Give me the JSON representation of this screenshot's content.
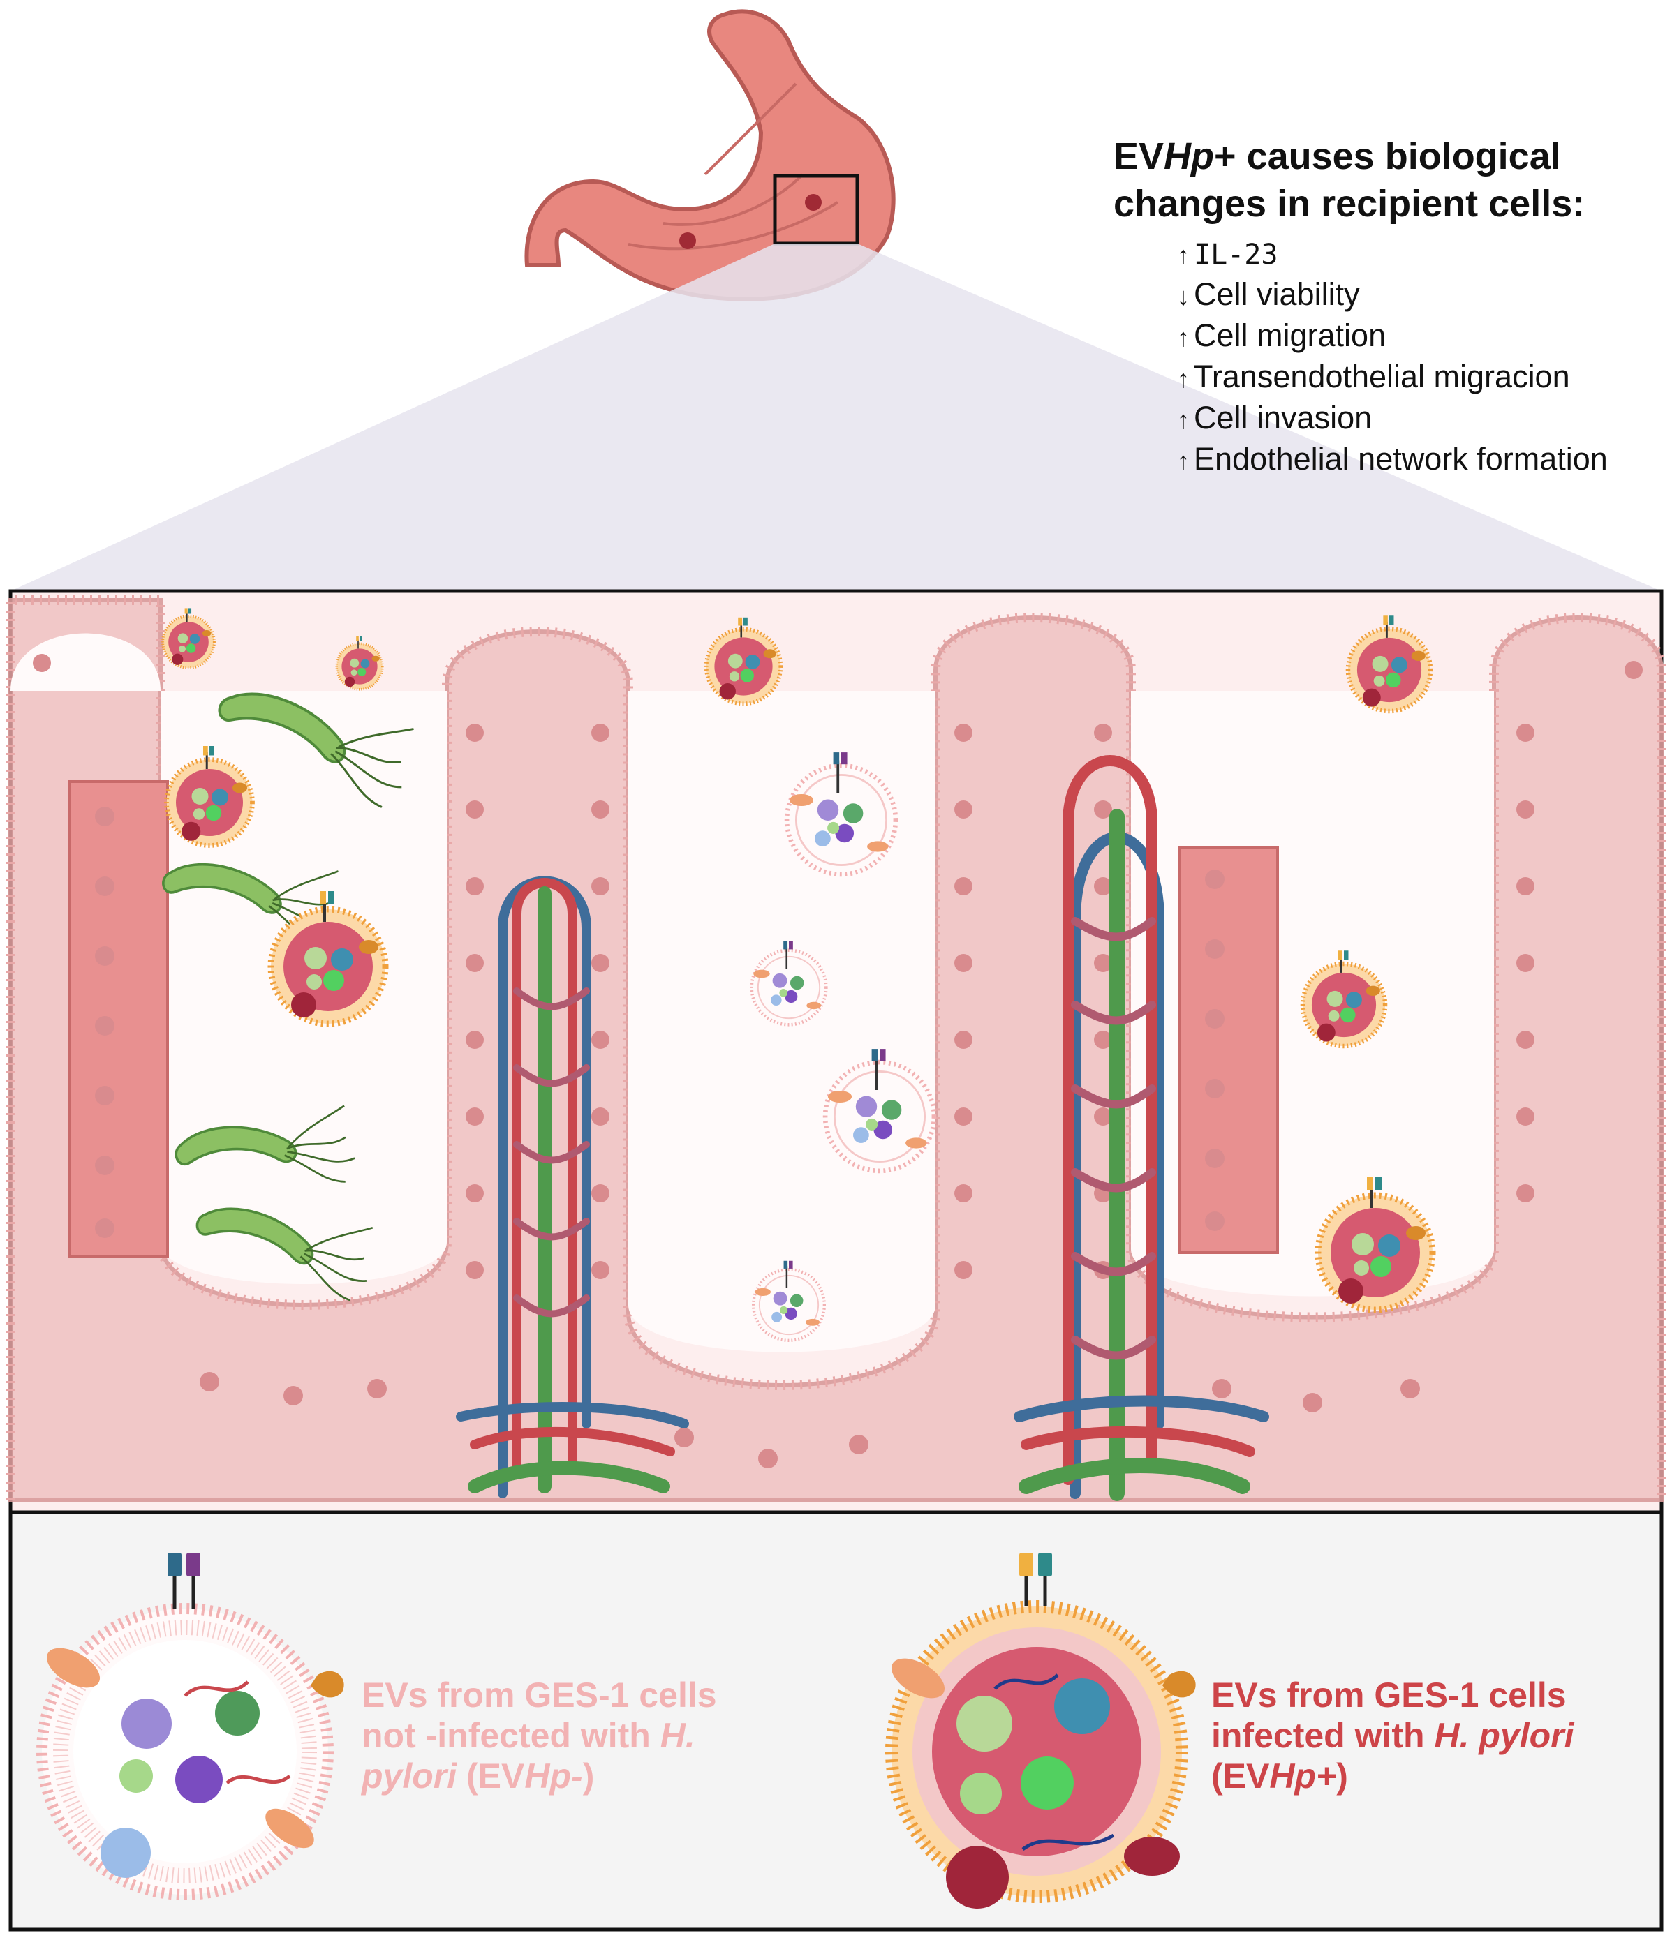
{
  "header": {
    "line1_prefix": "EV",
    "line1_italic": "Hp",
    "line1_suffix": "+ causes biological",
    "line2": "changes in recipient cells:"
  },
  "effects": [
    {
      "direction": "up",
      "label": "IL-23"
    },
    {
      "direction": "down",
      "label": "Cell viability"
    },
    {
      "direction": "up",
      "label": "Cell migration"
    },
    {
      "direction": "up",
      "label": "Transendothelial migracion"
    },
    {
      "direction": "up",
      "label": "Cell invasion"
    },
    {
      "direction": "up",
      "label": "Endothelial network formation"
    }
  ],
  "icons": {
    "up": "↑",
    "down": "↓"
  },
  "legend": {
    "neg": {
      "line1": "EVs from GES-1 cells",
      "line2_a": "not -infected with ",
      "line2_b": "H.",
      "line3_a": "pylori",
      "line3_b": " (EV",
      "line3_c": "Hp-",
      "line3_d": ")"
    },
    "pos": {
      "line1": "EVs from GES-1 cells",
      "line2_a": "infected with ",
      "line2_b": "H. pylori",
      "line3_a": "(EV",
      "line3_b": "Hp+",
      "line3_c": ")"
    }
  },
  "colors": {
    "mucosa_bg": "#fdeeee",
    "cell_fill": "#f0c4c4",
    "cell_stroke": "#d99a9a",
    "nucleus": "#d98b8e",
    "dark_cell": "#e89090",
    "artery": "#c9474d",
    "vein": "#3f6d9a",
    "lymph": "#4f9a4c",
    "bacteria": "#8cc063",
    "ev_neg": "#f2b2b3",
    "ev_pos": "#f0a03c",
    "ev_pos_core": "#d65a70",
    "label_neg": "#f2b2b3",
    "label_pos": "#cd4448"
  }
}
